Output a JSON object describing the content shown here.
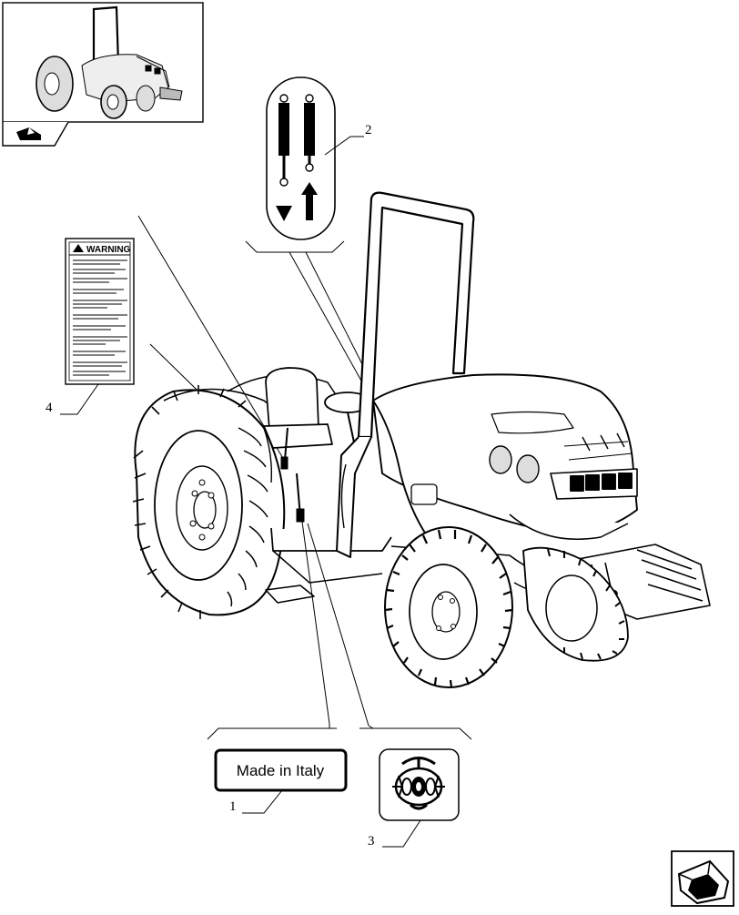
{
  "callouts": {
    "c1": "1",
    "c2": "2",
    "c3": "3",
    "c4": "4"
  },
  "labels": {
    "made_in_italy": "Made in Italy",
    "warning": "WARNING"
  },
  "icons": {
    "thumbnail": "tractor-thumbnail-icon",
    "page_nav": "page-arrow-icon",
    "next_nav": "next-page-arrow-icon",
    "hydraulic_decal": "hydraulic-lift-cylinders-icon",
    "pto_decal": "pto-decal-icon",
    "warning_symbol": "warning-triangle-icon"
  },
  "colors": {
    "ink": "#000000",
    "paper": "#ffffff"
  }
}
